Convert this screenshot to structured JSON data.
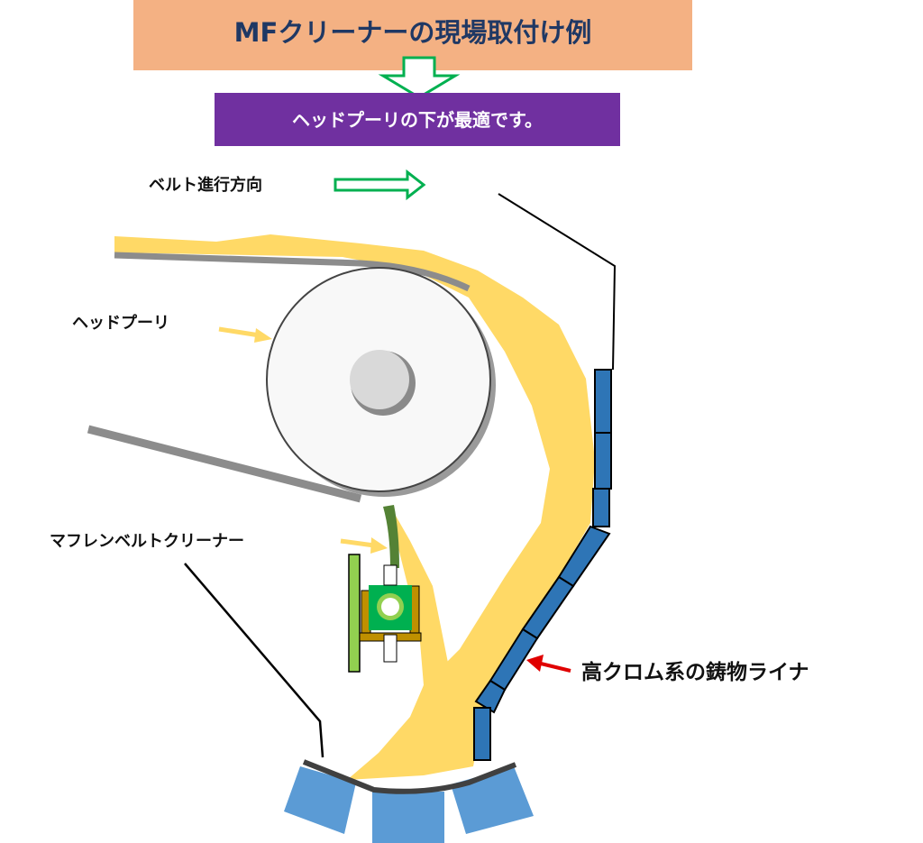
{
  "title": "MFクリーナーの現場取付け例",
  "subtitle": "ヘッドプーリの下が最適です。",
  "labels": {
    "belt_direction": "ベルト進行方向",
    "head_pulley": "ヘッドプーリ",
    "cleaner": "マフレンベルトクリーナー",
    "liner": "高クロム系の鋳物ライナ"
  },
  "colors": {
    "title_bg": "#F4B183",
    "title_text": "#1F3864",
    "subtitle_bg": "#7030A0",
    "material": "#FFD966",
    "liner": "#2E75B6",
    "bottom_blocks": "#5B9BD5",
    "cleaner_green": "#00B050",
    "arrow_green": "#00B050",
    "arrow_red": "#E00000"
  }
}
